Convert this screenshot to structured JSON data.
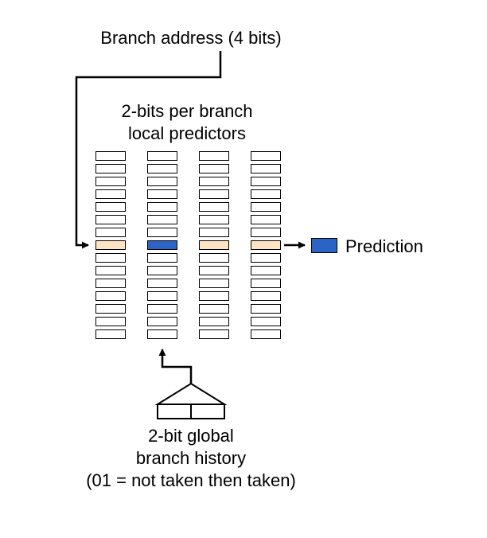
{
  "diagram": {
    "title": "Branch address (4 bits)",
    "predictor_label": {
      "line1": "2-bits per branch",
      "line2": "local predictors"
    },
    "prediction_label": "Prediction",
    "history_caption": {
      "line1": "2-bit global",
      "line2": "branch history",
      "line3": "(01 = not taken then taken)"
    }
  },
  "grid": {
    "columns": 4,
    "rows": 15,
    "selected_row_index": 7,
    "column_highlight_colors": [
      "#fbe3c3",
      "#2b63c6",
      "#fbe3c3",
      "#fbe3c3"
    ]
  },
  "history_register": {
    "cells": 2
  },
  "colors": {
    "highlight_peach": "#fbe3c3",
    "highlight_blue": "#2b63c6",
    "cell_fill": "#ffffff",
    "line": "#000000"
  }
}
